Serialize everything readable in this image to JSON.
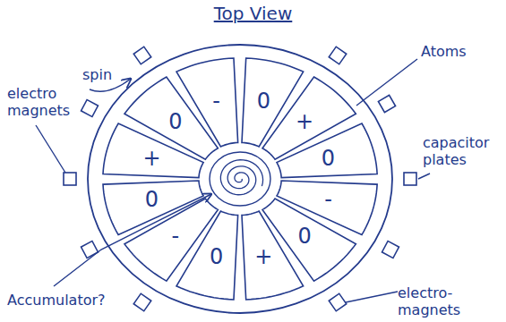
{
  "diagram": {
    "title": "Top View",
    "nodes": [
      {
        "text": [
          "-"
        ]
      },
      {
        "text": [
          "0"
        ]
      },
      {
        "text": [
          "+"
        ]
      },
      {
        "text": [
          "0"
        ]
      },
      {
        "text": [
          "-"
        ]
      },
      {
        "text": [
          "0"
        ]
      },
      {
        "text": [
          "+"
        ]
      },
      {
        "text": [
          "0"
        ]
      },
      {
        "text": [
          "-"
        ]
      },
      {
        "text": [
          "0"
        ]
      },
      {
        "text": [
          "+"
        ]
      },
      {
        "text": [
          "0"
        ]
      }
    ],
    "labels": [
      "Atoms",
      "capacitor plates",
      "electro magnets",
      "spin",
      "electro-magnets",
      "Accumulator?"
    ]
  }
}
